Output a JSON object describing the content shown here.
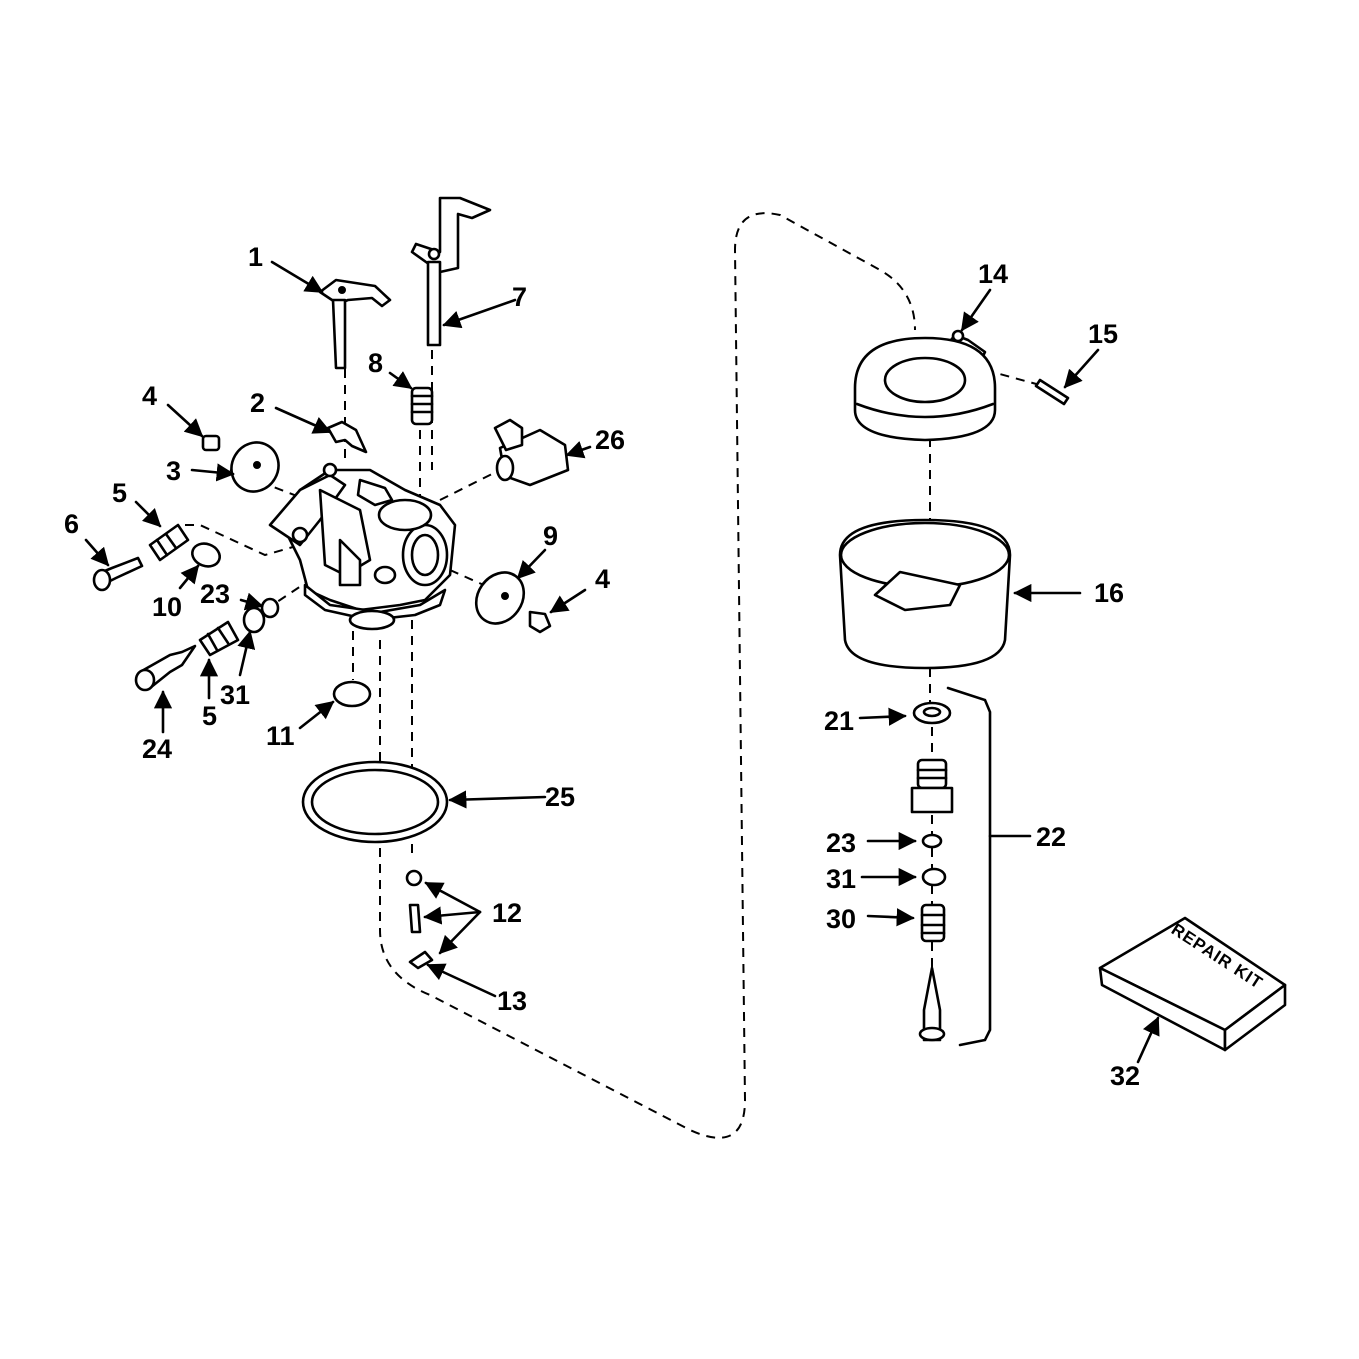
{
  "callouts": {
    "c1": "1",
    "c2": "2",
    "c3": "3",
    "c4a": "4",
    "c4b": "4",
    "c5a": "5",
    "c5b": "5",
    "c6": "6",
    "c7": "7",
    "c8": "8",
    "c9": "9",
    "c10": "10",
    "c11": "11",
    "c12": "12",
    "c13": "13",
    "c14": "14",
    "c15": "15",
    "c16": "16",
    "c21": "21",
    "c22": "22",
    "c23a": "23",
    "c23b": "23",
    "c24": "24",
    "c25": "25",
    "c26": "26",
    "c30": "30",
    "c31a": "31",
    "c31b": "31",
    "c32": "32"
  },
  "repair_kit": {
    "label": "REPAIR KIT"
  }
}
